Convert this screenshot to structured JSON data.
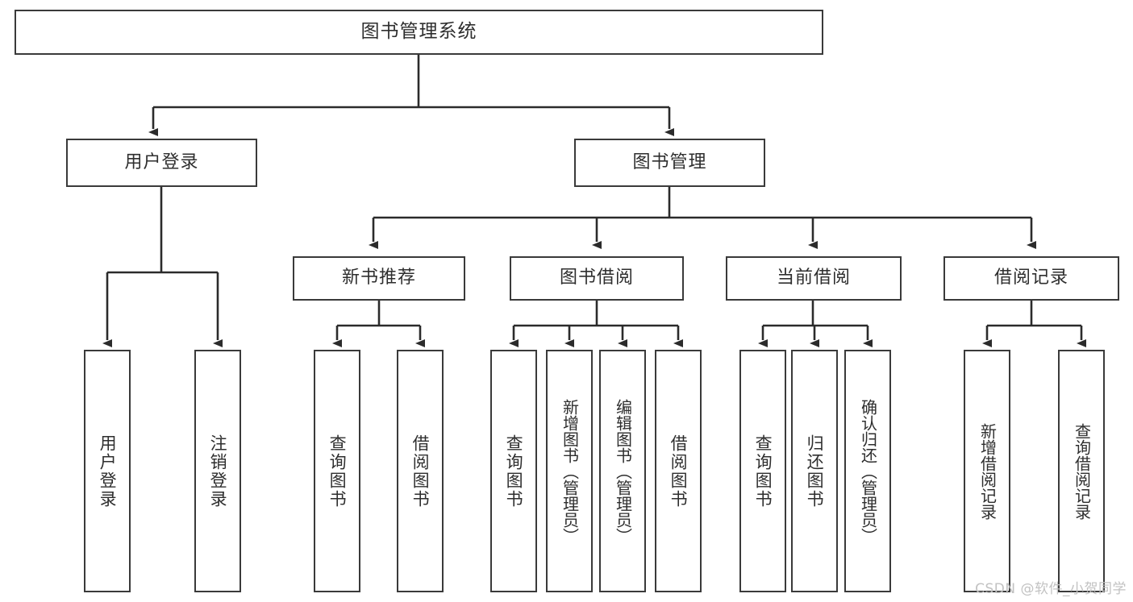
{
  "diagram": {
    "type": "tree-hierarchy",
    "title_node": {
      "label": "图书管理系统"
    },
    "level2": [
      {
        "id": "user-login",
        "label": "用户登录"
      },
      {
        "id": "book-manage",
        "label": "图书管理"
      }
    ],
    "level3": [
      {
        "id": "new-book-recommend",
        "label": "新书推荐"
      },
      {
        "id": "book-borrow",
        "label": "图书借阅"
      },
      {
        "id": "current-borrow",
        "label": "当前借阅"
      },
      {
        "id": "borrow-record",
        "label": "借阅记录"
      }
    ],
    "leaves": {
      "user_login": [
        {
          "id": "leaf-user-login",
          "label": "用户登录"
        },
        {
          "id": "leaf-user-logout",
          "label": "注销登录"
        }
      ],
      "new_book_recommend": [
        {
          "id": "leaf-query-book-1",
          "label": "查询图书"
        },
        {
          "id": "leaf-borrow-book-1",
          "label": "借阅图书"
        }
      ],
      "book_borrow": [
        {
          "id": "leaf-query-book-2",
          "label": "查询图书"
        },
        {
          "id": "leaf-add-book",
          "label": "新增图书（管理员）"
        },
        {
          "id": "leaf-edit-book",
          "label": "编辑图书（管理员）"
        },
        {
          "id": "leaf-borrow-book-2",
          "label": "借阅图书"
        }
      ],
      "current_borrow": [
        {
          "id": "leaf-query-book-3",
          "label": "查询图书"
        },
        {
          "id": "leaf-return-book",
          "label": "归还图书"
        },
        {
          "id": "leaf-confirm-return",
          "label": "确认归还（管理员）"
        }
      ],
      "borrow_record": [
        {
          "id": "leaf-add-record",
          "label": "新增借阅记录"
        },
        {
          "id": "leaf-query-record",
          "label": "查询借阅记录"
        }
      ]
    },
    "colors": {
      "box_border": "#3a3a3a",
      "box_fill": "#ffffff",
      "connector": "#2b2b2b",
      "text": "#2e2e2e",
      "watermark": "#c2c2c2",
      "background": "#ffffff"
    }
  },
  "watermark": {
    "text": "CSDN @软件_小贺同学"
  }
}
